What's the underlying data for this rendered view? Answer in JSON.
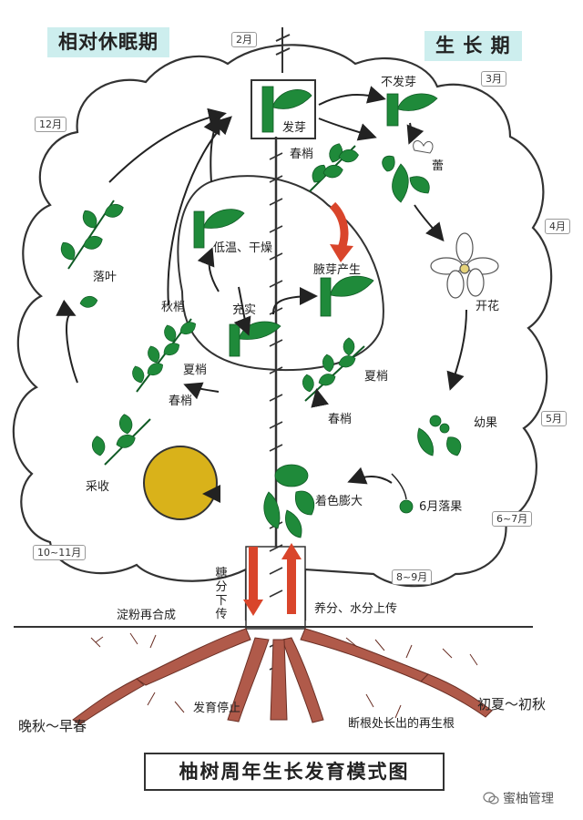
{
  "titles": {
    "dormancy": "相对休眠期",
    "growth": "生 长 期"
  },
  "months": {
    "feb": "2月",
    "mar": "3月",
    "apr": "4月",
    "may": "5月",
    "jun_jul": "6~7月",
    "aug_sep": "8~9月",
    "oct_nov": "10~11月",
    "dec": "12月"
  },
  "stages": {
    "sprout": "发芽",
    "no_sprout": "不发芽",
    "bud": "蕾",
    "flowering": "开花",
    "young_fruit": "幼果",
    "june_drop": "6月落果",
    "coloring": "着色膨大",
    "harvest": "采收",
    "leaf_fall": "落叶",
    "spring_shoot_top": "春梢",
    "axillary_bud": "腋芽产生",
    "low_temp_dry": "低温、干燥",
    "fullness": "充实",
    "summer_shoot_right": "夏梢",
    "spring_shoot_right": "春梢",
    "autumn_shoot": "秋梢",
    "summer_shoot_left": "夏梢",
    "spring_shoot_left": "春梢"
  },
  "trunk": {
    "sugar_down": "糖分下传",
    "nutrients_up": "养分、水分上传",
    "starch": "淀粉再合成"
  },
  "roots": {
    "dev_stop": "发育停止",
    "regrowth": "断根处长出的再生根"
  },
  "seasons": {
    "left": "晚秋～早春",
    "right": "初夏～初秋"
  },
  "caption": "柚树周年生长发育模式图",
  "watermark": "蜜柚管理",
  "colors": {
    "leaf": "#1f8a3a",
    "leaf_dark": "#0f5a24",
    "arrow_red": "#d9452b",
    "trunk": "#b05a4a",
    "fruit": "#d9b21a",
    "title_bg": "#cdeeee"
  }
}
